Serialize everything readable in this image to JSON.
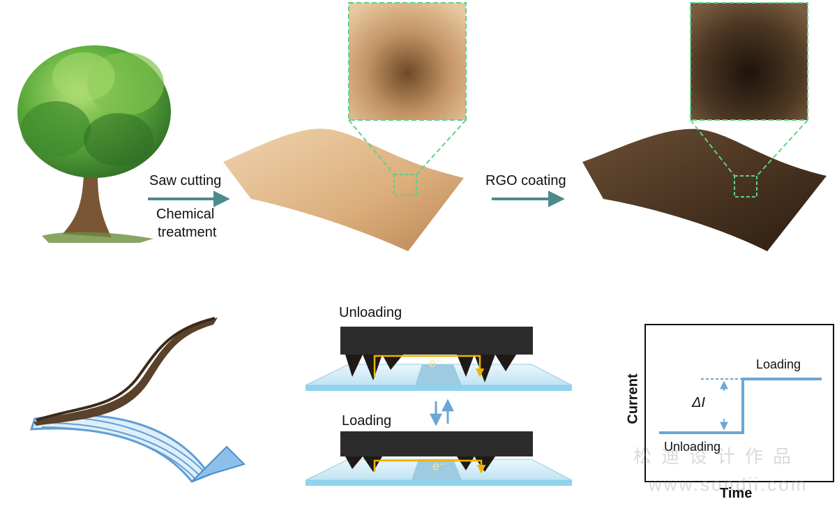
{
  "process": {
    "step1_line1": "Saw cutting",
    "step1_line2": "Chemical",
    "step1_line3": "treatment",
    "step2": "RGO coating"
  },
  "mechanism": {
    "top_state": "Unloading",
    "bottom_state": "Loading",
    "electron_top": "e⁻",
    "electron_bottom": "e⁻"
  },
  "plot": {
    "ylabel": "Current",
    "xlabel": "Time",
    "high_label": "Loading",
    "low_label": "Unloading",
    "delta_label": "ΔI"
  },
  "watermark": {
    "line1": "松迪设计作品",
    "line2": "www.sondii.com"
  },
  "colors": {
    "wood": "#e2b98a",
    "rgo": "#4a3522",
    "arrow": "#4c8a8d",
    "plot_line": "#6aa6d6",
    "electron_path": "#f0b400",
    "zoom_border": "#5ed08a"
  }
}
